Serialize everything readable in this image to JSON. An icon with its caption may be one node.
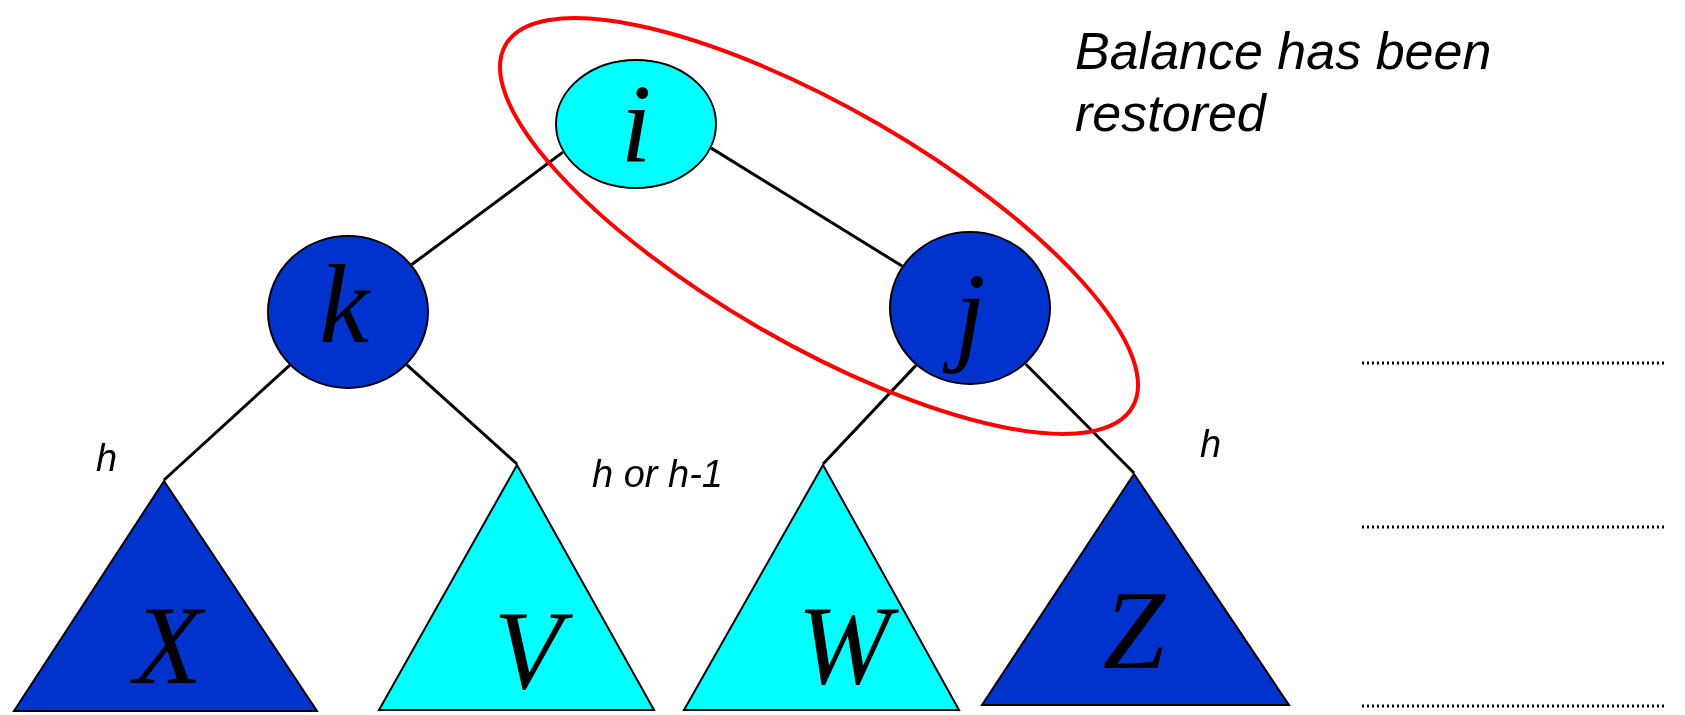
{
  "diagram": {
    "nodes": [
      {
        "text": [
          "i"
        ]
      },
      {
        "text": [
          "k"
        ]
      },
      {
        "text": [
          "j"
        ]
      },
      {
        "text": [
          "X"
        ]
      },
      {
        "text": [
          "V"
        ]
      },
      {
        "text": [
          "W"
        ]
      },
      {
        "text": [
          "Z"
        ]
      }
    ],
    "edges": [
      {
        "from": 0,
        "to": 1,
        "arrow": "none"
      },
      {
        "from": 0,
        "to": 2,
        "arrow": "none"
      },
      {
        "from": 1,
        "to": 3,
        "arrow": "none"
      },
      {
        "from": 1,
        "to": 4,
        "arrow": "none"
      },
      {
        "from": 2,
        "to": 5,
        "arrow": "none"
      },
      {
        "from": 2,
        "to": 6,
        "arrow": "none"
      }
    ],
    "labels": [
      "Balance has been restored",
      "h",
      "h or h-1",
      "h"
    ]
  }
}
